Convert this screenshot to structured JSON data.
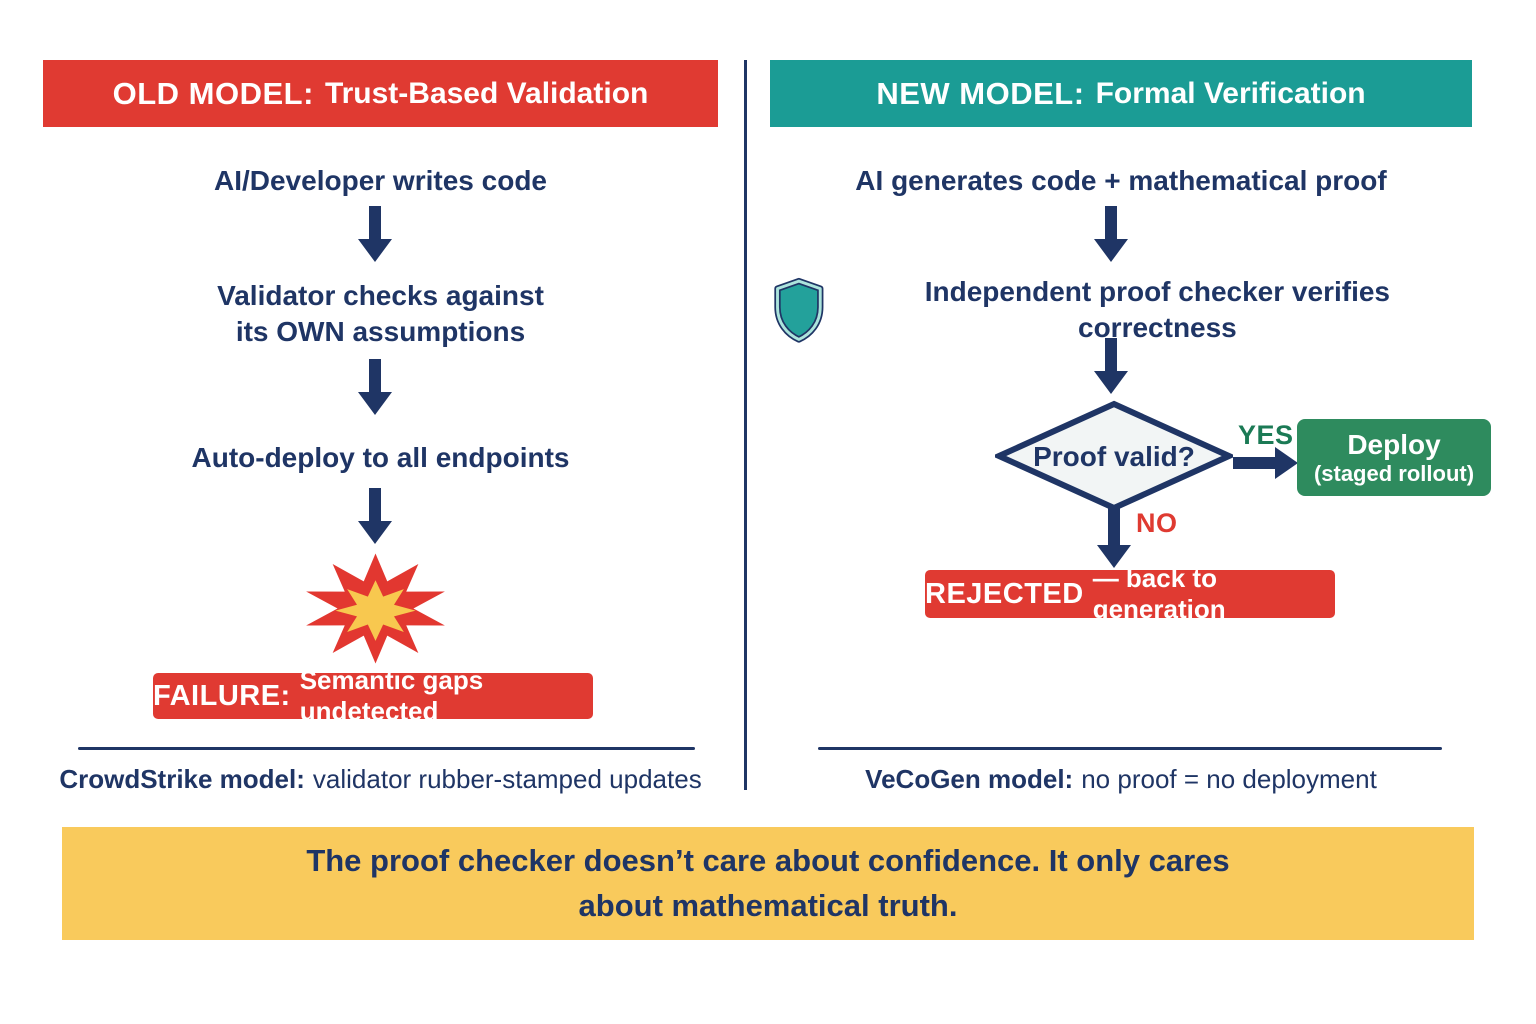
{
  "colors": {
    "red": "#E03A32",
    "teal": "#1B9C95",
    "navy": "#1F3565",
    "green": "#2E8B5E",
    "green_text": "#1B7A55",
    "red_text": "#DF3A31",
    "yellow": "#F9CA5C",
    "diamond_fill": "#F2F5F5",
    "mint": "#ACE4DC",
    "shield_teal": "#23A19B",
    "star_red": "#E23730",
    "star_yellow": "#F8C84F",
    "background": "#FFFFFF"
  },
  "left_panel": {
    "header_prefix": "OLD MODEL:",
    "header_title": "Trust-Based Validation",
    "step1": "AI/Developer writes code",
    "step2": "Validator checks against\nits OWN assumptions",
    "step3": "Auto-deploy to all endpoints",
    "failure_prefix": "FAILURE:",
    "failure_text": "Semantic gaps undetected",
    "caption_prefix": "CrowdStrike model:",
    "caption_text": "validator rubber-stamped updates"
  },
  "right_panel": {
    "header_prefix": "NEW MODEL:",
    "header_title": "Formal Verification",
    "step1": "AI generates code + mathematical proof",
    "step2": "Independent proof checker verifies correctness",
    "decision_label": "Proof valid?",
    "yes_label": "YES",
    "no_label": "NO",
    "deploy_title": "Deploy",
    "deploy_subtitle": "(staged rollout)",
    "rejected_prefix": "REJECTED",
    "rejected_text": "— back to generation",
    "caption_prefix": "VeCoGen model:",
    "caption_text": "no proof = no deployment"
  },
  "footer": {
    "quote": "The proof checker doesn’t care about confidence. It only cares\nabout mathematical truth."
  },
  "icons": {
    "failure": "explosion-icon",
    "verification": "shield-icon",
    "flow": "arrow-down-icon",
    "yes_branch": "arrow-right-icon"
  }
}
